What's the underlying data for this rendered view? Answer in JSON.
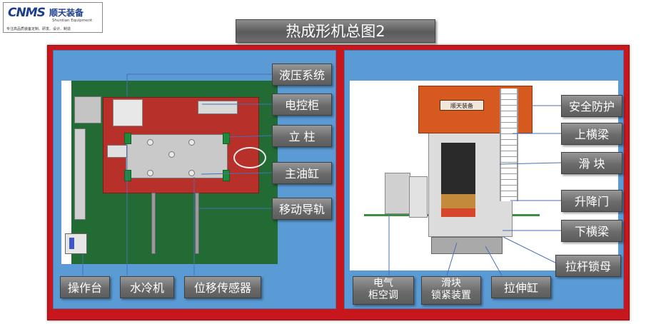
{
  "logo": {
    "mark": "CNMS",
    "cn": "顺天装备",
    "en": "Shuntian Equipment",
    "slogan": "专注高品质装备定制、研发、设计、制造"
  },
  "title": "热成形机总图2",
  "left_panel": {
    "labels": {
      "hydraulic": "液压系统",
      "cabinet": "电控柜",
      "column": "立  柱",
      "main_cylinder": "主油缸",
      "moving_rail": "移动导轨",
      "console": "操作台",
      "water_cooler": "水冷机",
      "displacement_sensor": "位移传感器"
    }
  },
  "right_panel": {
    "machine_sign": "顺天装备",
    "labels": {
      "safety": "安全防护",
      "upper_beam": "上横梁",
      "slider": "滑  块",
      "lift_door": "升降门",
      "lower_beam": "下横梁",
      "tie_rod_nut": "拉杆锁母",
      "ac_line1": "电气",
      "ac_line2": "柜空调",
      "lock_line1": "滑块",
      "lock_line2": "锁紧装置",
      "stretch_cylinder": "拉伸缸"
    }
  },
  "colors": {
    "frame": "#c8161d",
    "panel": "#5b9bd5",
    "label": "#6b6b6b",
    "floor": "#236b35",
    "bed": "#b8302a"
  }
}
